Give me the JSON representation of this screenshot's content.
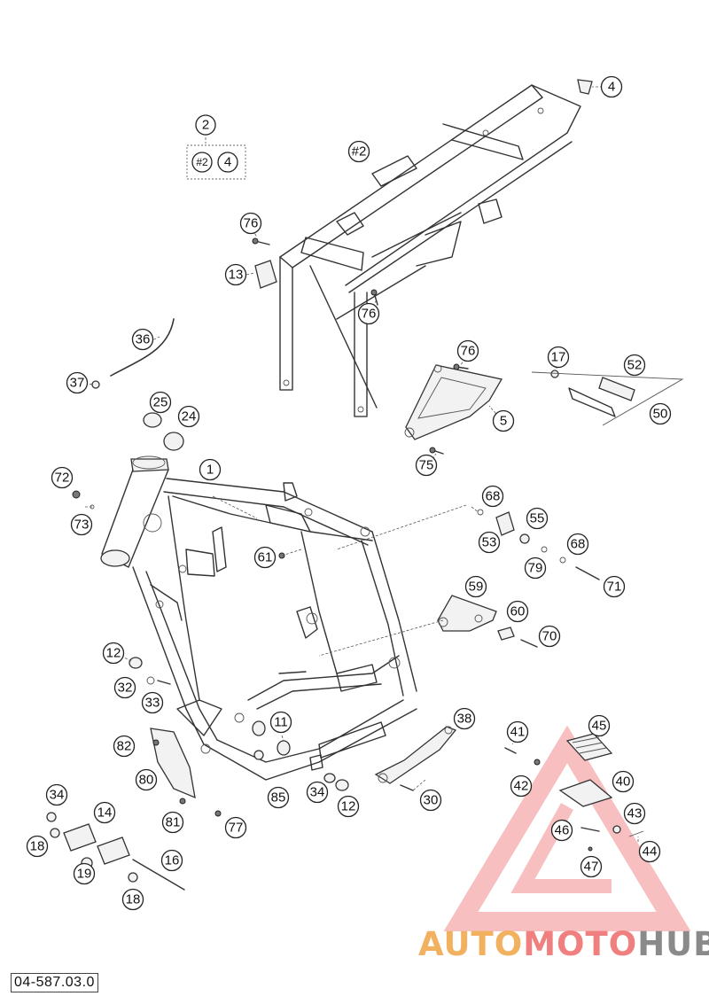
{
  "diagram": {
    "drawing_code": "04-587.03.0",
    "watermark": {
      "part1": "AUTO",
      "part2": "MOTO",
      "part3": "HUB",
      "colors": [
        "#f2b15f",
        "#f08080",
        "#8a8a8a"
      ]
    },
    "group_box": {
      "label": "2",
      "items": [
        "#2",
        "4"
      ]
    },
    "callouts": [
      "1",
      "4",
      "#2",
      "76",
      "13",
      "76",
      "36",
      "37",
      "25",
      "24",
      "76",
      "5",
      "75",
      "17",
      "52",
      "50",
      "72",
      "73",
      "61",
      "68",
      "55",
      "53",
      "79",
      "68",
      "71",
      "59",
      "60",
      "70",
      "12",
      "32",
      "33",
      "82",
      "80",
      "81",
      "77",
      "11",
      "85",
      "34",
      "12",
      "30",
      "38",
      "41",
      "45",
      "42",
      "40",
      "43",
      "46",
      "44",
      "47",
      "34",
      "14",
      "18",
      "19",
      "16",
      "18"
    ]
  }
}
